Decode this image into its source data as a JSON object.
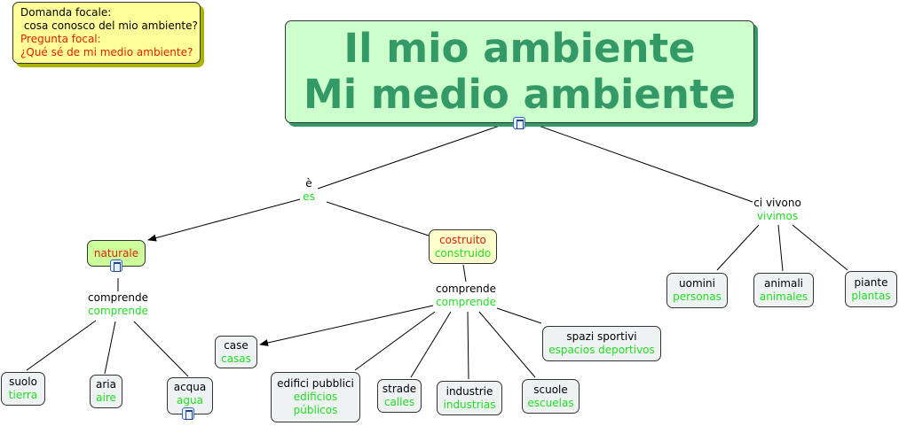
{
  "focal": {
    "line1": "Domanda focale:",
    "line2": " cosa conosco del mio ambiente?",
    "line3": "Pregunta focal:",
    "line4": "¿Qué sé de mi medio ambiente?"
  },
  "title": {
    "it": "Il mio ambiente",
    "es": "Mi medio ambiente"
  },
  "links": {
    "e": {
      "it": "è",
      "es": "es"
    },
    "vivono": {
      "it": "ci vivono",
      "es": "vivimos"
    },
    "comprende_nat": {
      "it": "comprende",
      "es": "comprende"
    },
    "comprende_cos": {
      "it": "comprende",
      "es": "comprende"
    }
  },
  "nodes": {
    "naturale": {
      "it": "naturale"
    },
    "costruito": {
      "it": "costruito",
      "es": "construido"
    },
    "uomini": {
      "it": "uomini",
      "es": "personas"
    },
    "animali": {
      "it": "animali",
      "es": "animales"
    },
    "piante": {
      "it": "piante",
      "es": "plantas"
    },
    "suolo": {
      "it": "suolo",
      "es": "tierra"
    },
    "aria": {
      "it": "aria",
      "es": "aire"
    },
    "acqua": {
      "it": "acqua",
      "es": "agua"
    },
    "case": {
      "it": "case",
      "es": "casas"
    },
    "edifici": {
      "it": "edifici pubblici",
      "es": "edificios",
      "es2": "públicos"
    },
    "strade": {
      "it": "strade",
      "es": "calles"
    },
    "industrie": {
      "it": "industrie",
      "es": "industrias"
    },
    "scuole": {
      "it": "scuole",
      "es": "escuelas"
    },
    "spazi": {
      "it": "spazi sportivi",
      "es": "espacios deportivos"
    }
  }
}
